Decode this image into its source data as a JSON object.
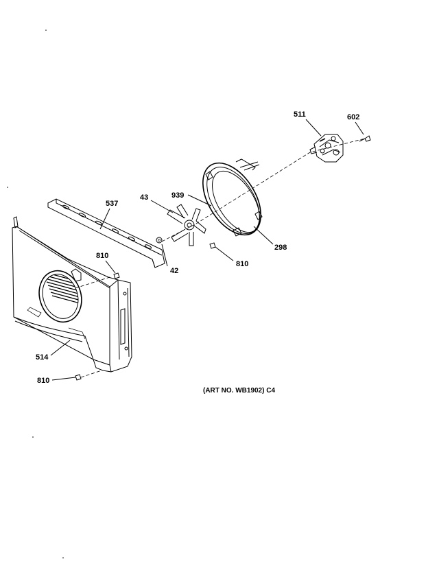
{
  "labels": {
    "p511": "511",
    "p602": "602",
    "p43": "43",
    "p939": "939",
    "p537": "537",
    "p810a": "810",
    "p42": "42",
    "p810b": "810",
    "p298": "298",
    "p514": "514",
    "p810c": "810"
  },
  "caption": "(ART NO. WB1902) C4"
}
